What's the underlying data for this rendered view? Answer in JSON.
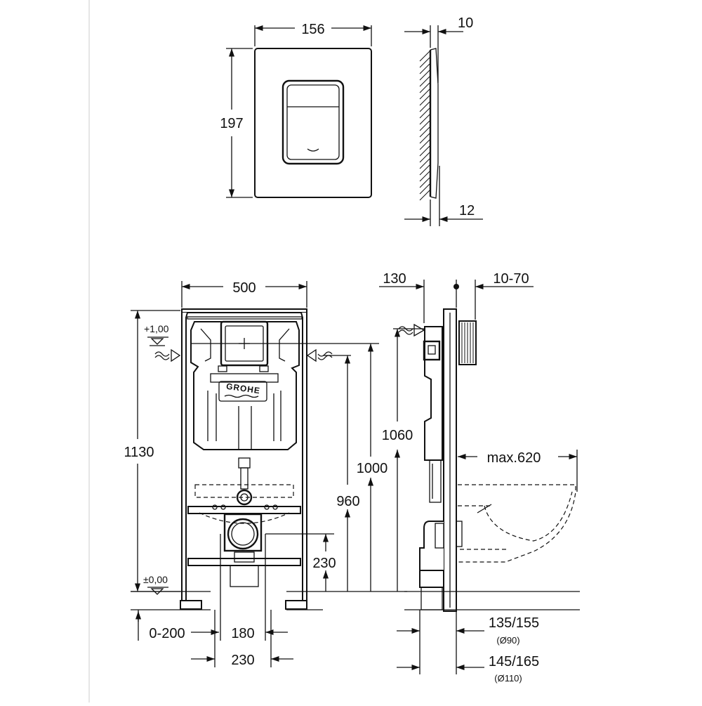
{
  "plate": {
    "width": "156",
    "height": "197",
    "depth_top": "10",
    "depth_bottom": "12"
  },
  "front": {
    "width": "500",
    "height_total": "1130",
    "level_top": "+1,00",
    "level_zero": "±0,00",
    "logo": "GROHE",
    "dim_960": "960",
    "dim_1000": "1000",
    "dim_230_v": "230",
    "dim_0_200": "0-200",
    "dim_180": "180",
    "dim_230_h": "230"
  },
  "side": {
    "dim_130": "130",
    "dim_10_70": "10-70",
    "dim_1060": "1060",
    "max_620": "max.620",
    "dim_135_155": "135/155",
    "dia_90": "(Ø90)",
    "dim_145_165": "145/165",
    "dia_110": "(Ø110)"
  }
}
